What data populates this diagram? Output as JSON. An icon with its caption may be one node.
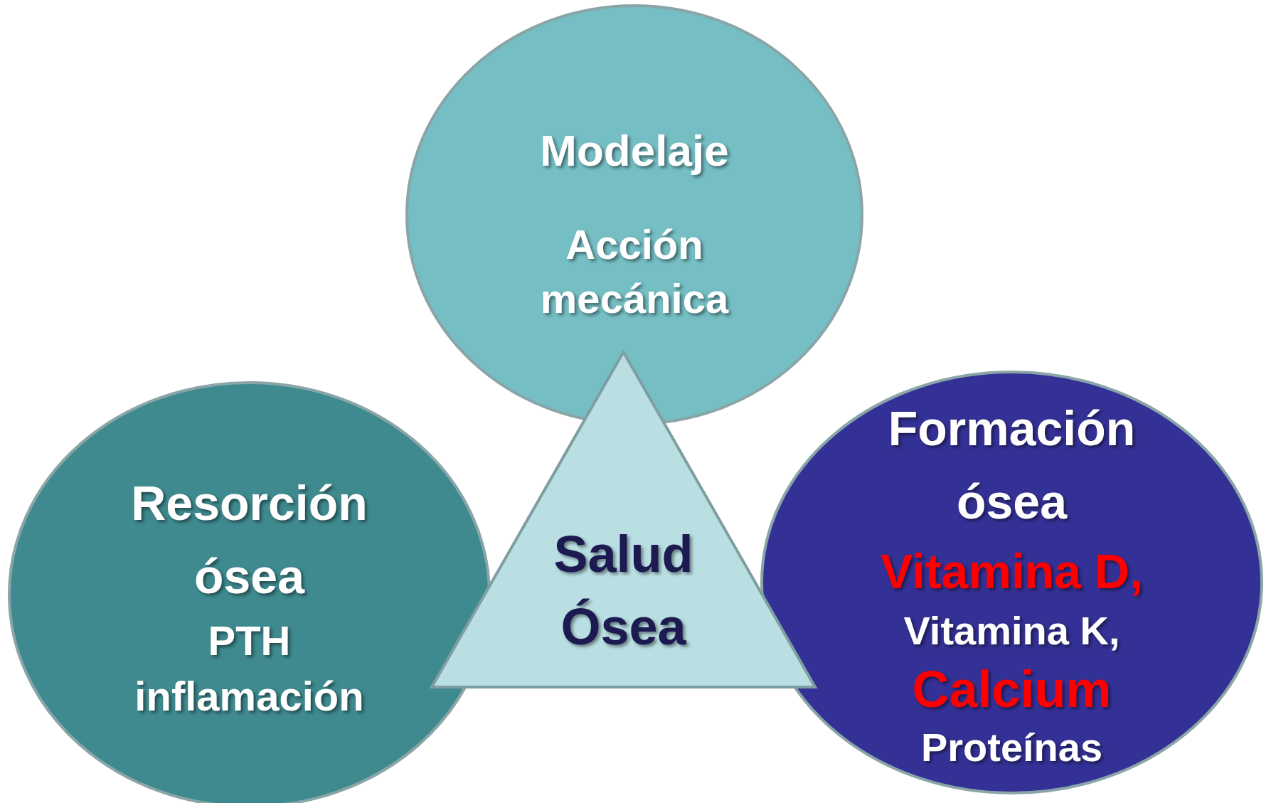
{
  "diagram": {
    "nodes": [
      {
        "text": [
          "Modelaje",
          "Acción mecánica"
        ]
      },
      {
        "text": [
          "Resorción ósea",
          "PTH",
          "inflamación"
        ]
      },
      {
        "text": [
          "Salud Ósea"
        ]
      },
      {
        "text": [
          "Formación ósea",
          "Vitamina D,",
          "Vitamina K,",
          "Calcium",
          "Proteínas"
        ]
      }
    ],
    "edges": []
  }
}
